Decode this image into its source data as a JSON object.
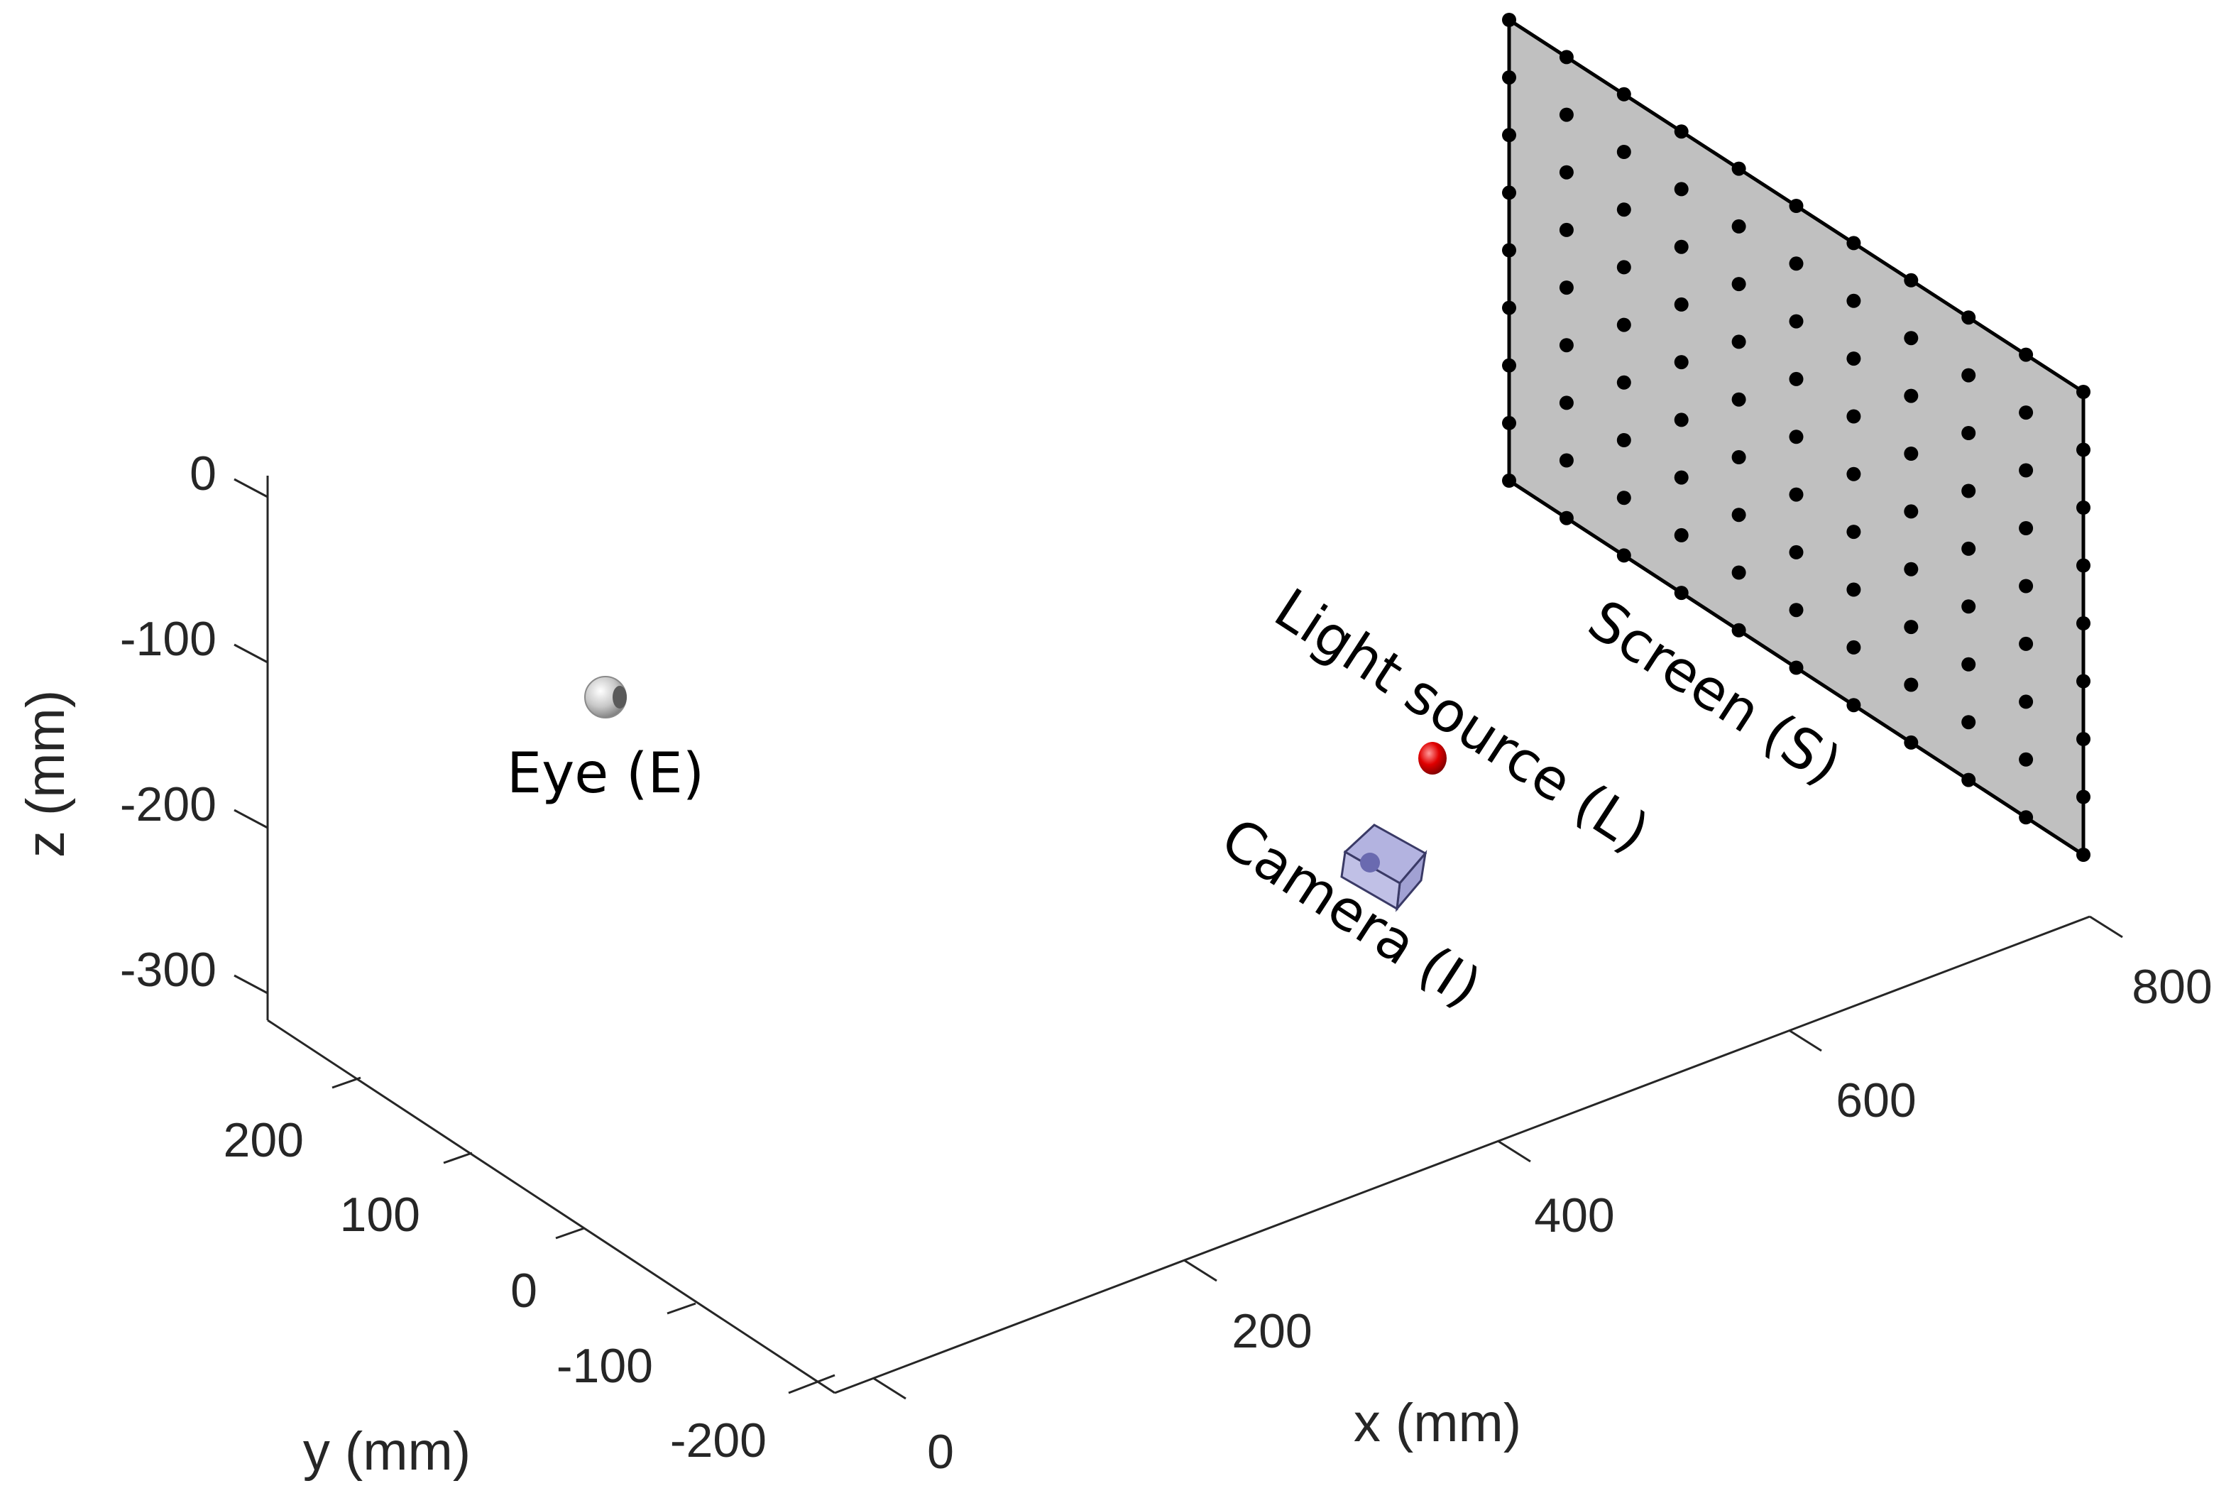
{
  "figure": {
    "axes": {
      "x": {
        "label": "x (mm)",
        "ticks": [
          "0",
          "200",
          "400",
          "600",
          "800"
        ]
      },
      "y": {
        "label": "y (mm)",
        "ticks": [
          "200",
          "100",
          "0",
          "-100",
          "-200"
        ]
      },
      "z": {
        "label": "z (mm)",
        "ticks": [
          "0",
          "-100",
          "-200",
          "-300"
        ]
      }
    },
    "objects": {
      "eye": {
        "label": "Eye (E)",
        "color": "#c8c8c8"
      },
      "light": {
        "label": "Light source (L)",
        "color": "#e00000"
      },
      "camera": {
        "label": "Camera (I)",
        "color": "#9a9ad6"
      },
      "screen": {
        "label": "Screen (S)",
        "color": "#c0c0c0",
        "grid": {
          "rows": 9,
          "cols": 11
        }
      }
    }
  }
}
